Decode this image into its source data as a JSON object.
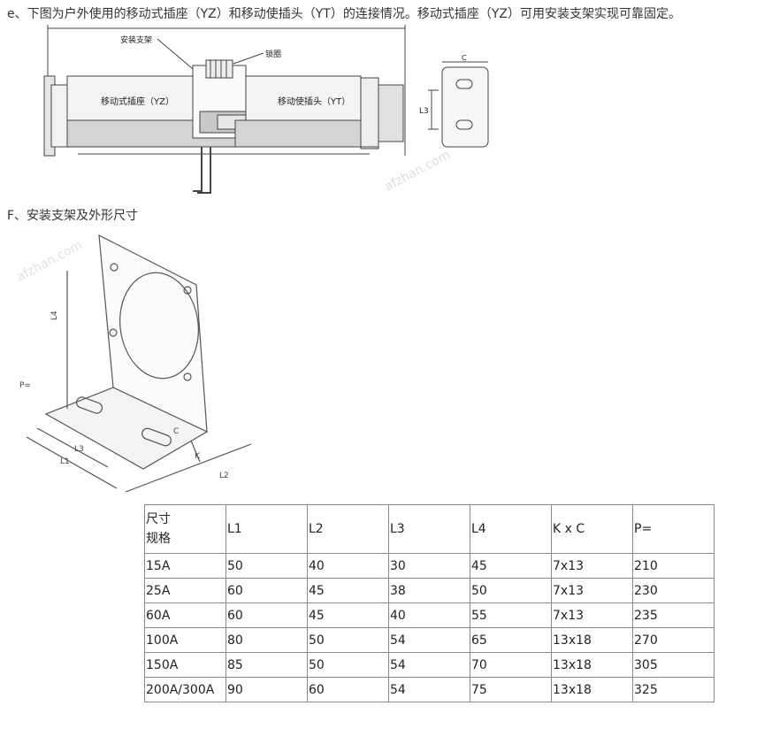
{
  "section_e": {
    "text": "e、下图为户外使用的移动式插座（YZ）和移动使插头（YT）的连接情况。移动式插座（YZ）可用安装支架实现可靠固定。"
  },
  "figure1": {
    "label_bracket": "安装支架",
    "label_lock_ring": "锁圈",
    "label_socket": "移动式插座（YZ）",
    "label_plug": "移动使插头（YT）",
    "label_l3": "L3",
    "label_c": "C",
    "watermark": "afzhan.com"
  },
  "section_f": {
    "text": "F、安装支架及外形尺寸"
  },
  "figure2": {
    "label_l4": "L4",
    "label_l3": "L3",
    "label_l1": "L1",
    "label_l2": "L2",
    "label_c": "C",
    "label_k": "K",
    "label_p": "P=",
    "watermark": "afzhan.com"
  },
  "table": {
    "header_top": "尺寸",
    "header_bottom": "规格",
    "columns": [
      "L1",
      "L2",
      "L3",
      "L4",
      "K x C",
      "P="
    ],
    "rows": [
      [
        "15A",
        "50",
        "40",
        "30",
        "45",
        "7x13",
        "210"
      ],
      [
        "25A",
        "60",
        "45",
        "38",
        "50",
        "7x13",
        "230"
      ],
      [
        "60A",
        "60",
        "45",
        "40",
        "55",
        "7x13",
        "235"
      ],
      [
        "100A",
        "80",
        "50",
        "54",
        "65",
        "13x18",
        "270"
      ],
      [
        "150A",
        "85",
        "50",
        "54",
        "70",
        "13x18",
        "305"
      ],
      [
        "200A/300A",
        "90",
        "60",
        "54",
        "75",
        "13x18",
        "325"
      ]
    ]
  }
}
